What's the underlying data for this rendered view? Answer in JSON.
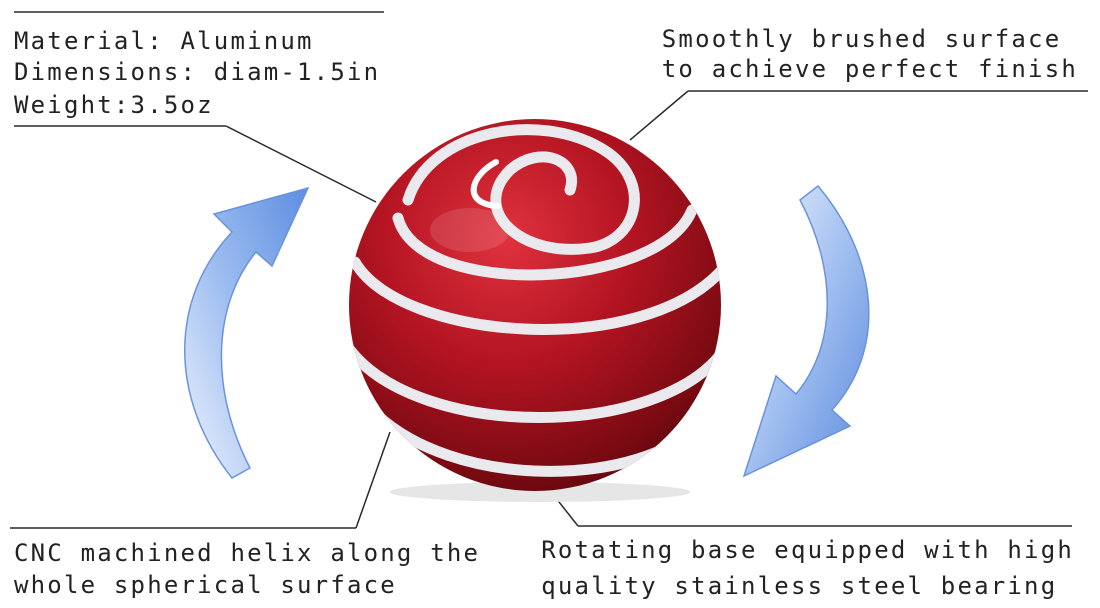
{
  "specs": {
    "material": "Material: Aluminum",
    "dimensions": "Dimensions: diam-1.5in",
    "weight": "Weight:3.5oz"
  },
  "callouts": {
    "surface": [
      "Smoothly brushed surface",
      "to achieve perfect finish"
    ],
    "helix": [
      "CNC machined helix along the",
      "whole spherical surface"
    ],
    "bearing": [
      "Rotating base equipped with high",
      "quality stainless steel bearing"
    ]
  },
  "colors": {
    "ball_red": "#b0101c",
    "stripe": "#e8e8ec",
    "arrow_blue": "#7fa8e6",
    "line": "#2a2a2a"
  },
  "icons": [
    "rotate-counterclockwise-arrow-icon",
    "rotate-clockwise-arrow-icon"
  ]
}
